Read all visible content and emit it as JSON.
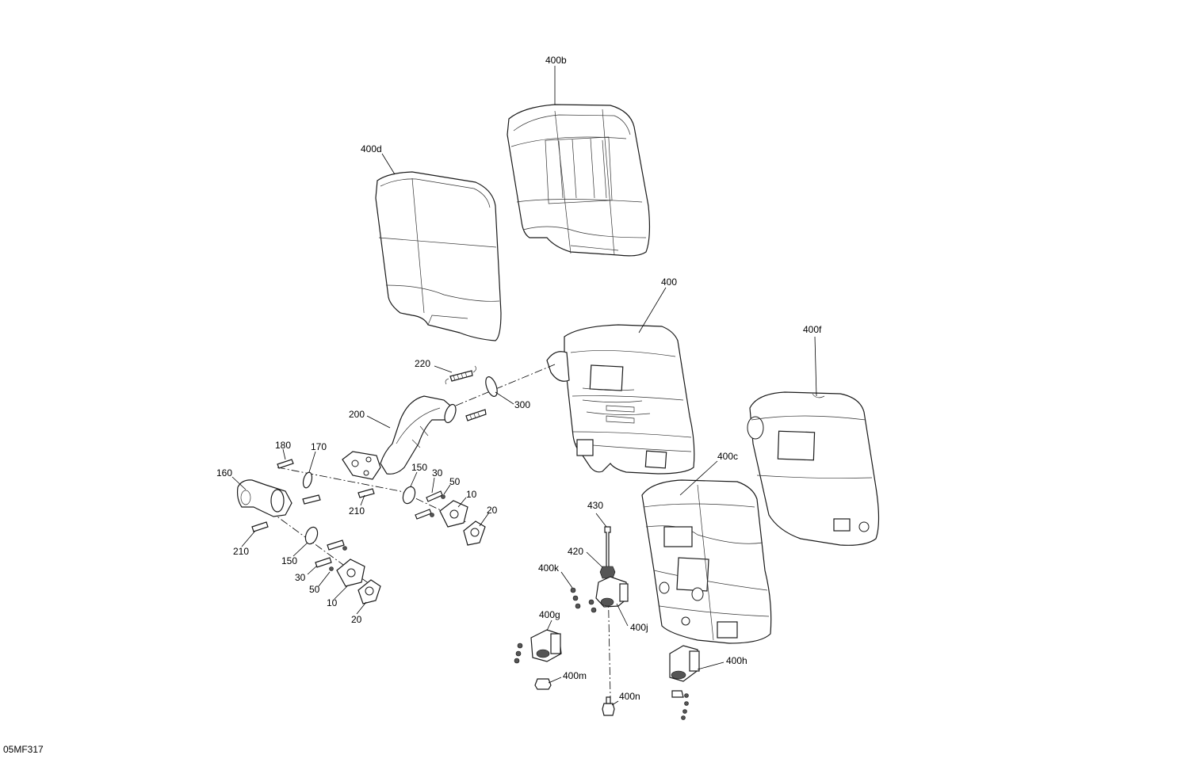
{
  "diagram": {
    "drawing_code": "05MF317",
    "callouts": {
      "c400b": "400b",
      "c400d": "400d",
      "c400": "400",
      "c400f": "400f",
      "c400c": "400c",
      "c220": "220",
      "c300": "300",
      "c200": "200",
      "c180": "180",
      "c170": "170",
      "c160": "160",
      "c150a": "150",
      "c30a": "30",
      "c50a": "50",
      "c10a": "10",
      "c20a": "20",
      "c210a": "210",
      "c210b": "210",
      "c150b": "150",
      "c30b": "30",
      "c50b": "50",
      "c10b": "10",
      "c20b": "20",
      "c430": "430",
      "c420": "420",
      "c400k": "400k",
      "c400g": "400g",
      "c400j": "400j",
      "c400m": "400m",
      "c400n": "400n",
      "c400h": "400h"
    }
  }
}
